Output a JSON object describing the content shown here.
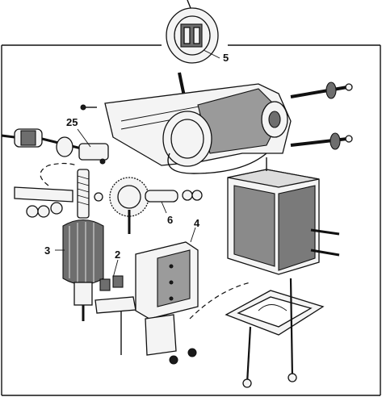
{
  "callouts": {
    "c5": "5",
    "c25": "25",
    "c6": "6",
    "c4": "4",
    "c3": "3",
    "c2": "2"
  }
}
